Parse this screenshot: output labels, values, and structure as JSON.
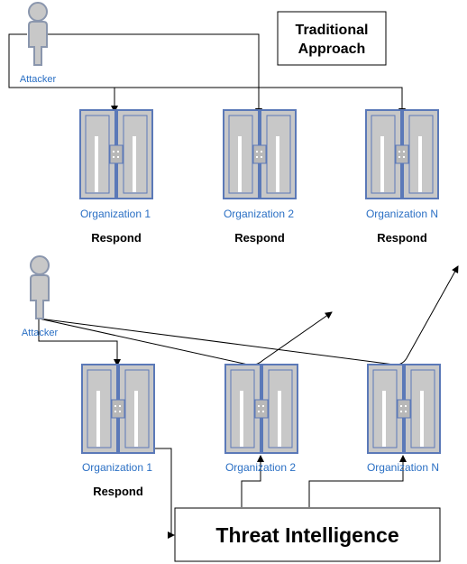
{
  "sections": {
    "traditional": {
      "title_line1": "Traditional",
      "title_line2": "Approach",
      "attacker_label": "Attacker",
      "organizations": [
        "Organization 1",
        "Organization 2",
        "Organization N"
      ],
      "respond_labels": [
        "Respond",
        "Respond",
        "Respond"
      ]
    },
    "threat_intel": {
      "attacker_label": "Attacker",
      "organizations": [
        "Organization 1",
        "Organization 2",
        "Organization N"
      ],
      "respond_label": "Respond",
      "box_label": "Threat Intelligence"
    }
  },
  "colors": {
    "server_fill": "#c8c8c8",
    "server_stroke": "#5b79b8",
    "actor_fill": "#c8c8c8",
    "actor_stroke": "#8a96ad",
    "label_blue": "#2a6fc4"
  }
}
